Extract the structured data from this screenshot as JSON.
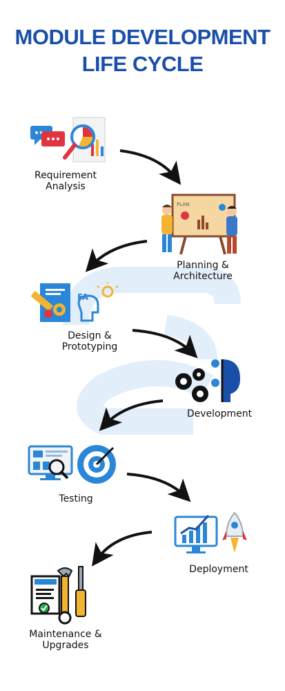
{
  "title": {
    "line1": "MODULE DEVELOPMENT",
    "line2": "LIFE CYCLE"
  },
  "colors": {
    "title": "#1a4fa8",
    "watermark": "#e3eefb",
    "arrow": "#111111"
  },
  "steps": [
    {
      "label": "Requirement\nAnalysis",
      "icon": "chat-analysis-icon"
    },
    {
      "label": "Planning &\nArchitecture",
      "icon": "planning-board-icon"
    },
    {
      "label": "Design &\nPrototyping",
      "icon": "design-tools-icon"
    },
    {
      "label": "Development",
      "icon": "gears-icon"
    },
    {
      "label": "Testing",
      "icon": "testing-target-icon"
    },
    {
      "label": "Deployment",
      "icon": "deployment-rocket-icon"
    },
    {
      "label": "Maintenance &\nUpgrades",
      "icon": "maintenance-tools-icon"
    }
  ]
}
